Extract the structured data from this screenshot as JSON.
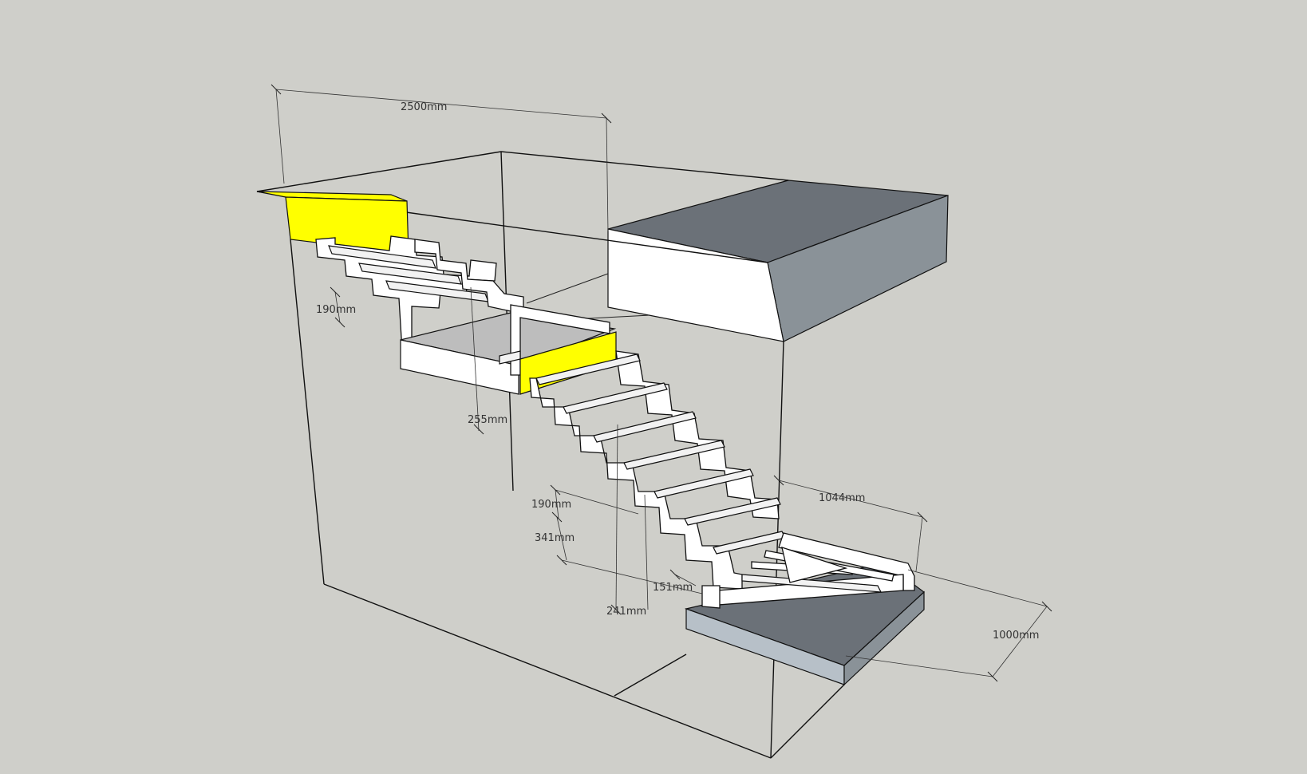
{
  "colors": {
    "background": "#cfcfca",
    "highlight": "#ffff00",
    "slab_top": "#6b7178",
    "slab_side": "#8a9298",
    "slab_front": "#ffffff",
    "floor_top": "#6b7178",
    "floor_front": "#b7c0c8",
    "landing_top": "#bdbdbd"
  },
  "dimensions": [
    {
      "id": "width-total",
      "label": "2500mm"
    },
    {
      "id": "riser-upper",
      "label": "190mm"
    },
    {
      "id": "landing-gap",
      "label": "255mm"
    },
    {
      "id": "riser-lower",
      "label": "190mm"
    },
    {
      "id": "going-a",
      "label": "341mm"
    },
    {
      "id": "going-b",
      "label": "241mm"
    },
    {
      "id": "going-c",
      "label": "151mm"
    },
    {
      "id": "flight-width",
      "label": "1044mm"
    },
    {
      "id": "floor-width",
      "label": "1000mm"
    }
  ]
}
